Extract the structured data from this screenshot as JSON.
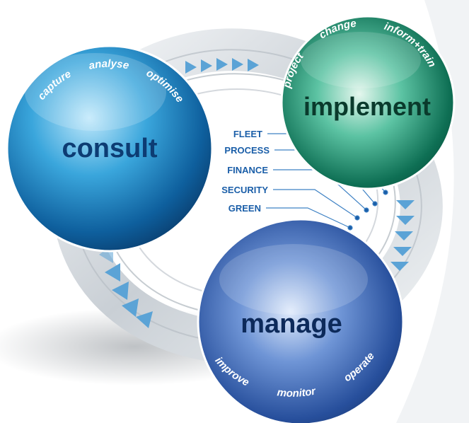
{
  "consult": {
    "title": "consult",
    "arc": [
      "capture",
      "analyse",
      "optimise"
    ]
  },
  "implement": {
    "title": "implement",
    "arc": [
      "project",
      "change",
      "inform+train"
    ]
  },
  "manage": {
    "title": "manage",
    "arc": [
      "improve",
      "monitor",
      "operate"
    ]
  },
  "categories": [
    "FLEET",
    "PROCESS",
    "FINANCE",
    "SECURITY",
    "GREEN"
  ],
  "colors": {
    "consult": "#1d86c4",
    "implement": "#0f7a5e",
    "manage": "#2f58a8",
    "label": "#1a5ea8",
    "arrow": "#5ba3d6"
  }
}
